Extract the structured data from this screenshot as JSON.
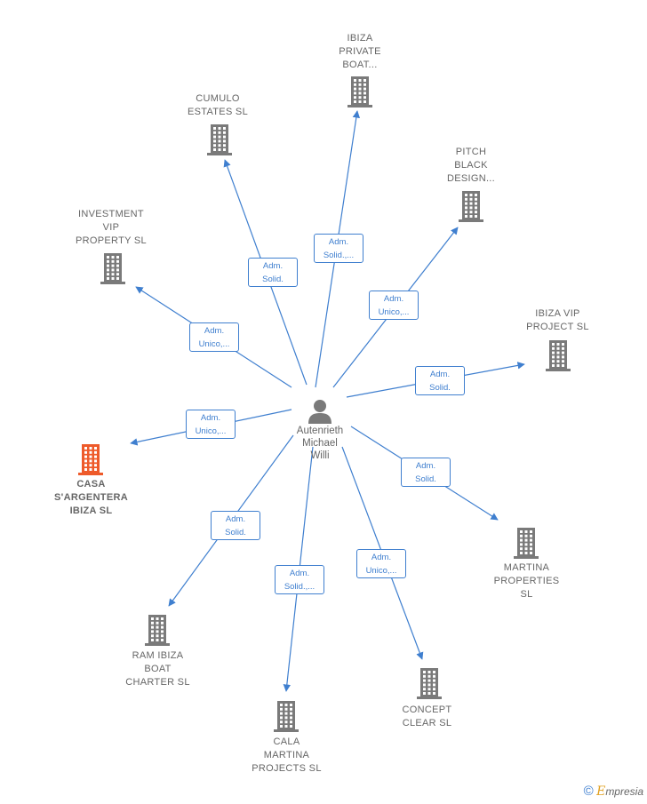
{
  "center_person": {
    "label": "Autenrieth\nMichael\nWilli",
    "icon": "person-icon"
  },
  "companies": [
    {
      "id": "ibiza-private-boat",
      "label": "IBIZA\nPRIVATE\nBOAT...",
      "icon": "building-icon",
      "color": "#7a7a7a"
    },
    {
      "id": "cumulo-estates",
      "label": "CUMULO\nESTATES  SL",
      "icon": "building-icon",
      "color": "#7a7a7a"
    },
    {
      "id": "pitch-black-design",
      "label": "PITCH\nBLACK\nDESIGN...",
      "icon": "building-icon",
      "color": "#7a7a7a"
    },
    {
      "id": "investment-vip-property",
      "label": "INVESTMENT\nVIP\nPROPERTY  SL",
      "icon": "building-icon",
      "color": "#7a7a7a"
    },
    {
      "id": "ibiza-vip-project",
      "label": "IBIZA VIP\nPROJECT  SL",
      "icon": "building-icon",
      "color": "#7a7a7a"
    },
    {
      "id": "casa-sargentera",
      "label": "CASA\nS'ARGENTERA\nIBIZA  SL",
      "icon": "building-icon",
      "color": "#ee5a2a",
      "highlight": true
    },
    {
      "id": "martina-properties",
      "label": "MARTINA\nPROPERTIES\nSL",
      "icon": "building-icon",
      "color": "#7a7a7a"
    },
    {
      "id": "ram-ibiza-boat-charter",
      "label": "RAM IBIZA\nBOAT\nCHARTER  SL",
      "icon": "building-icon",
      "color": "#7a7a7a"
    },
    {
      "id": "concept-clear",
      "label": "CONCEPT\nCLEAR  SL",
      "icon": "building-icon",
      "color": "#7a7a7a"
    },
    {
      "id": "cala-martina-projects",
      "label": "CALA\nMARTINA\nPROJECTS  SL",
      "icon": "building-icon",
      "color": "#7a7a7a"
    }
  ],
  "relations": [
    {
      "to": "ibiza-private-boat",
      "line1": "Adm.",
      "line2": "Solid.,..."
    },
    {
      "to": "cumulo-estates",
      "line1": "Adm.",
      "line2": "Solid."
    },
    {
      "to": "pitch-black-design",
      "line1": "Adm.",
      "line2": "Unico,..."
    },
    {
      "to": "investment-vip-property",
      "line1": "Adm.",
      "line2": "Unico,..."
    },
    {
      "to": "ibiza-vip-project",
      "line1": "Adm.",
      "line2": "Solid."
    },
    {
      "to": "casa-sargentera",
      "line1": "Adm.",
      "line2": "Unico,..."
    },
    {
      "to": "martina-properties",
      "line1": "Adm.",
      "line2": "Solid."
    },
    {
      "to": "ram-ibiza-boat-charter",
      "line1": "Adm.",
      "line2": "Solid."
    },
    {
      "to": "concept-clear",
      "line1": "Adm.",
      "line2": "Unico,..."
    },
    {
      "to": "cala-martina-projects",
      "line1": "Adm.",
      "line2": "Solid.,..."
    }
  ],
  "colors": {
    "edge": "#3f7fcf",
    "building": "#7a7a7a",
    "highlight": "#ee5a2a",
    "person": "#7a7a7a"
  },
  "footer": {
    "copyright_symbol": "©",
    "brand_e": "E",
    "brand_rest": "mpresia"
  }
}
